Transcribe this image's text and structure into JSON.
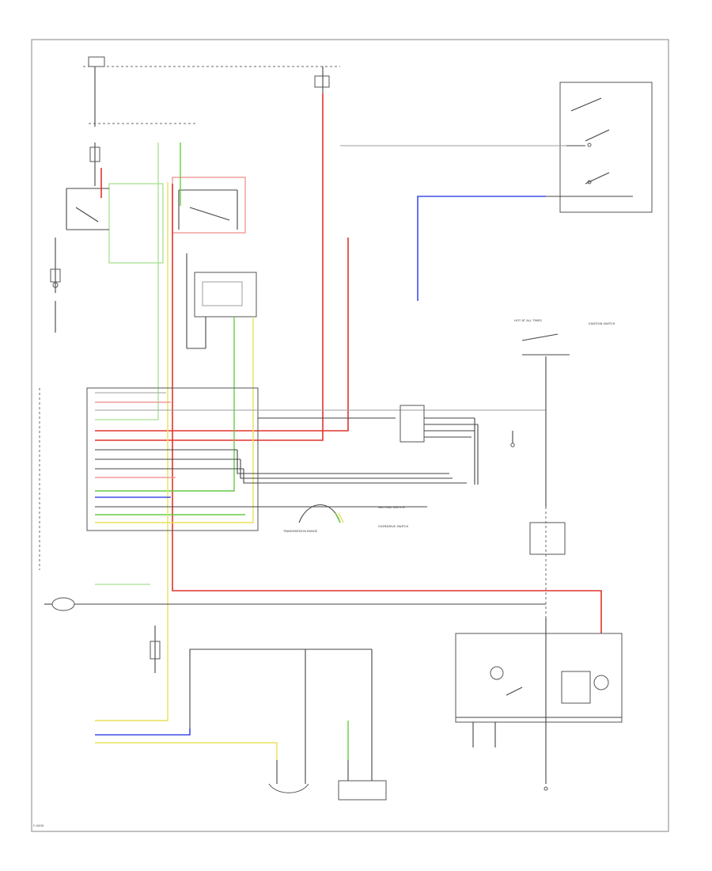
{
  "title": "",
  "colors": {
    "frame": "#9a9a9a",
    "wire_black": "#444444",
    "wire_red": "#e0342c",
    "wire_pink": "#ef9a98",
    "wire_green": "#66cc44",
    "wire_light_green": "#a8e090",
    "wire_yellow": "#e8e05a",
    "wire_blue": "#3e4ee6"
  },
  "labels": {
    "hot_at_all_times": "HOT AT ALL TIMES",
    "ignition_switch": "IGNITION SWITCH",
    "neutral_switch": "NEUTRAL SWITCH",
    "transmission_range": "TRANSMISSION RANGE",
    "overdrive_switch": "OVERDRIVE SWITCH",
    "footer_code": "F-0000"
  }
}
